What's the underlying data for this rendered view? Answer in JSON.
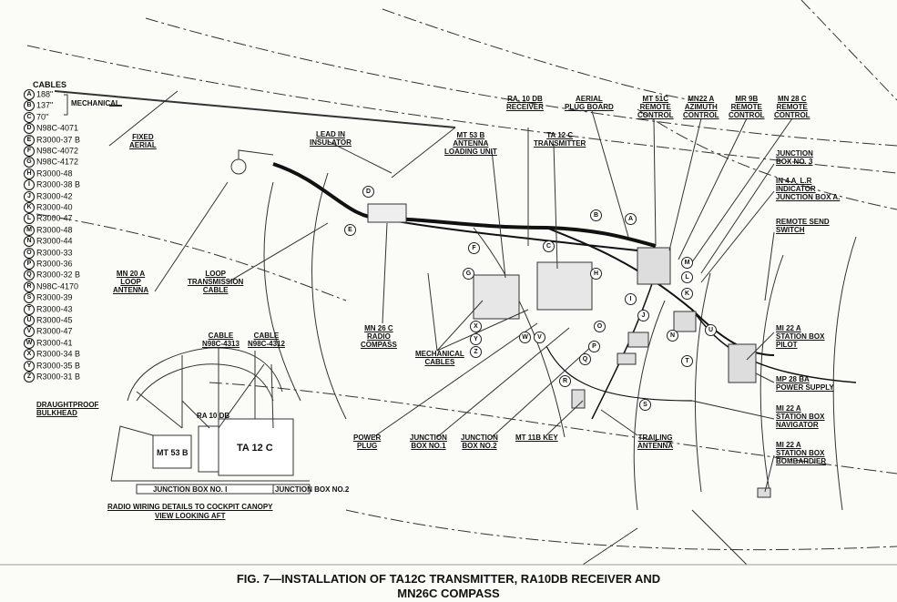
{
  "legend": {
    "title": "CABLES",
    "mechanical_label": "MECHANICAL",
    "rows": [
      {
        "letter": "A",
        "value": "188\""
      },
      {
        "letter": "B",
        "value": "137\""
      },
      {
        "letter": "C",
        "value": "70\""
      },
      {
        "letter": "D",
        "value": "N98C-4071"
      },
      {
        "letter": "E",
        "value": "R3000-37 B"
      },
      {
        "letter": "F",
        "value": "N98C-4072"
      },
      {
        "letter": "G",
        "value": "N98C-4172"
      },
      {
        "letter": "H",
        "value": "R3000-48"
      },
      {
        "letter": "I",
        "value": "R3000-38 B"
      },
      {
        "letter": "J",
        "value": "R3000-42"
      },
      {
        "letter": "K",
        "value": "R3000-40"
      },
      {
        "letter": "L",
        "value": "R3000-47"
      },
      {
        "letter": "M",
        "value": "R3000-48"
      },
      {
        "letter": "N",
        "value": "R3000-44"
      },
      {
        "letter": "O",
        "value": "R3000-33"
      },
      {
        "letter": "P",
        "value": "R3000-36"
      },
      {
        "letter": "Q",
        "value": "R3000-32 B"
      },
      {
        "letter": "R",
        "value": "N98C-4170"
      },
      {
        "letter": "S",
        "value": "R3000-39"
      },
      {
        "letter": "T",
        "value": "R3000-43"
      },
      {
        "letter": "U",
        "value": "R3000-45"
      },
      {
        "letter": "V",
        "value": "R3000-47"
      },
      {
        "letter": "W",
        "value": "R3000-41"
      },
      {
        "letter": "X",
        "value": "R3000-34 B"
      },
      {
        "letter": "Y",
        "value": "R3000-35 B"
      },
      {
        "letter": "Z",
        "value": "R3000-31 B"
      }
    ]
  },
  "labels": {
    "fixed_aerial": "FIXED\nAERIAL",
    "lead_in": "LEAD IN\nINSULATOR",
    "ra10db_receiver": "RA. 10 DB\nRECEIVER",
    "aerial_plug_board": "AERIAL\nPLUG BOARD",
    "mt51c": "MT 51C\nREMOTE\nCONTROL",
    "mn22a": "MN22 A\nAZIMUTH\nCONTROL",
    "mr9b": "MR 9B\nREMOTE\nCONTROL",
    "mn28c": "MN 28 C\nREMOTE\nCONTROL",
    "mt53b": "MT 53 B\nANTENNA\nLOADING UNIT",
    "ta12c_tx": "TA 12 C\nTRANSMITTER",
    "junction_box_3": "JUNCTION\nBOX NO. 3",
    "in4a": "IN 4 A  L.R\nINDICATOR\nJUNCTION BOX A.",
    "remote_send": "REMOTE SEND\nSWITCH",
    "mn20a": "MN 20 A\nLOOP\nANTENNA",
    "loop_tx_cable": "LOOP\nTRANSMISSION\nCABLE",
    "mn26c": "MN 26 C\nRADIO\nCOMPASS",
    "mechanical_cables": "MECHANICAL\nCABLES",
    "mi22a_pilot": "MI 22 A\nSTATION BOX\nPILOT",
    "mp28ba": "MP 28 BA\nPOWER SUPPLY",
    "mi22a_nav": "MI 22 A\nSTATION BOX\nNAVIGATOR",
    "mi22a_bomb": "MI 22 A\nSTATION BOX\nBOMBARDIER",
    "power_plug": "POWER\nPLUG",
    "junction_box_1": "JUNCTION\nBOX NO.1",
    "junction_box_2": "JUNCTION\nBOX NO.2",
    "mt11b_key": "MT 11B KEY",
    "trailing_antenna": "TRAILING\nANTENNA",
    "cable_4313": "CABLE\nN98C-4313",
    "cable_4312": "CABLE\nN98C-4312",
    "draughtproof": "DRAUGHTPROOF\nBULKHEAD",
    "inset_ra10db": "RA 10 DB",
    "inset_mt53b": "MT 53 B",
    "inset_ta12c": "TA 12 C",
    "inset_jb1": "JUNCTION BOX NO. I",
    "inset_jb2": "JUNCTION BOX NO.2",
    "inset_title": "RADIO WIRING DETAILS TO COCKPIT CANOPY\nVIEW LOOKING AFT"
  },
  "callouts": [
    "D",
    "E",
    "F",
    "G",
    "B",
    "A",
    "C",
    "H",
    "I",
    "J",
    "K",
    "L",
    "M",
    "N",
    "O",
    "P",
    "Q",
    "R",
    "S",
    "T",
    "U",
    "V",
    "W",
    "X",
    "Y",
    "Z"
  ],
  "caption": {
    "line1": "FIG. 7—INSTALLATION OF TA12C TRANSMITTER, RA10DB RECEIVER AND",
    "line2": "MN26C COMPASS"
  }
}
